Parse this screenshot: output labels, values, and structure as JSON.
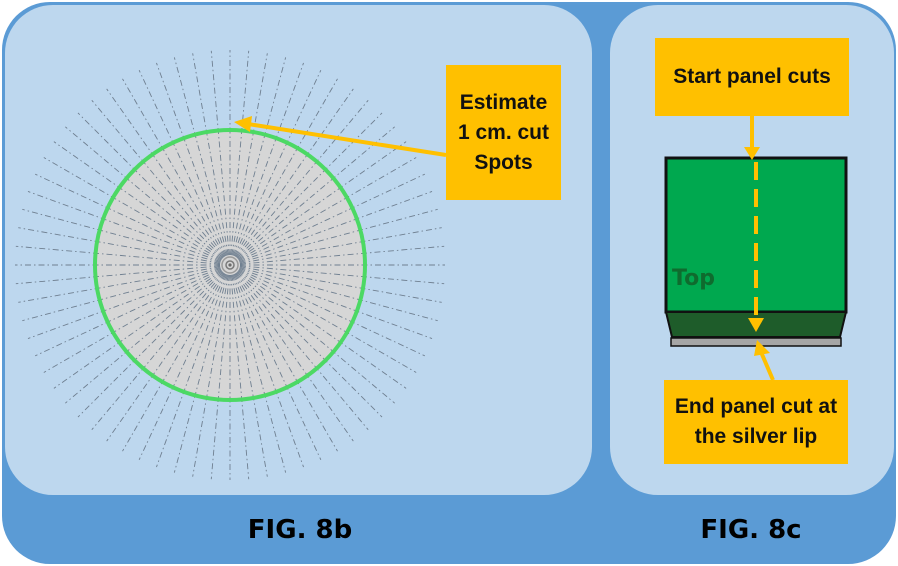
{
  "colors": {
    "outer_frame": "#5b9bd5",
    "panel": "#bdd7ee",
    "circle_fill": "#d6d6d6",
    "circle_ring": "#4cd964",
    "callout": "#ffc000",
    "arrow": "#ffc000",
    "panel_green": "#00a84f",
    "panel_dark": "#1e5c2a",
    "silver_lip": "#a6a6a6",
    "top_label": "#0f6b2e"
  },
  "fig8b": {
    "caption": "FIG. 8b",
    "callout_lines": [
      "Estimate",
      "1 cm. cut",
      "Spots"
    ]
  },
  "fig8c": {
    "caption": "FIG. 8c",
    "start_callout": "Start panel cuts",
    "end_callout_lines": [
      "End panel cut at",
      "the silver lip"
    ],
    "top_label": "Top"
  },
  "icons": {
    "radial_lines": "dash-dot-radial-lines",
    "center_mark": "center-target-icon"
  }
}
